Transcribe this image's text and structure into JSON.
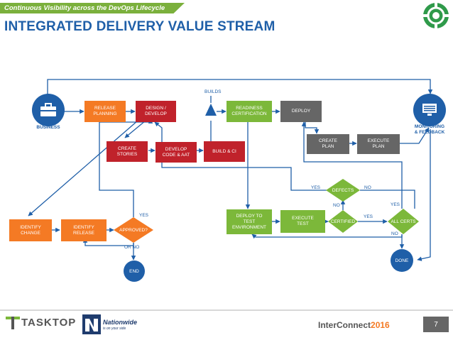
{
  "header": {
    "banner": "Continuous Visibility across the DevOps Lifecycle",
    "title": "INTEGRATED DELIVERY VALUE STREAM"
  },
  "actors": {
    "business": "BUSINESS",
    "monitoring": "MONITORING\n& FEEDBACK"
  },
  "nodes": {
    "release_planning": "RELEASE\nPLANNING",
    "design_develop": "DESIGN /\nDEVELOP",
    "create_stories": "CREATE\nSTORIES",
    "develop_code": "DEVELOP\nCODE & AAT",
    "build_ci": "BUILD & CI",
    "builds": "BUILDS",
    "readiness_cert": "READINESS\nCERTIFICATION",
    "deploy": "DEPLOY",
    "create_plan": "CREATE\nPLAN",
    "execute_plan": "EXECUTE\nPLAN",
    "defects": "DEFECTS",
    "identify_change": "IDENTIFY\nCHANGE",
    "identify_release": "IDENTIFY\nRELEASE",
    "approved": "APPROVED?",
    "end": "END",
    "deploy_test_env": "DEPLOY TO\nTEST\nENVIRONMENT",
    "execute_test": "EXECUTE\nTEST",
    "certified": "CERTIFIED",
    "all_certs": "ALL CERTS",
    "done": "DONE"
  },
  "edge_labels": {
    "yes_approved": "YES",
    "or_no": "OR   NO",
    "yes_defects": "YES",
    "no_defects": "NO",
    "no_certified": "NO",
    "yes_certified": "YES",
    "yes_allcerts": "YES",
    "no_allcerts": "NO"
  },
  "footer": {
    "tasktop": "TASKTOP",
    "nationwide": "Nationwide",
    "nationwide_tag": "is on your side",
    "conference": "InterConnect",
    "conference_year": "2016",
    "page_number": "7"
  },
  "colors": {
    "orange": "#f47a24",
    "red": "#c0222b",
    "green": "#7cb83a",
    "gray": "#666666",
    "blue": "#1f5fa8"
  }
}
